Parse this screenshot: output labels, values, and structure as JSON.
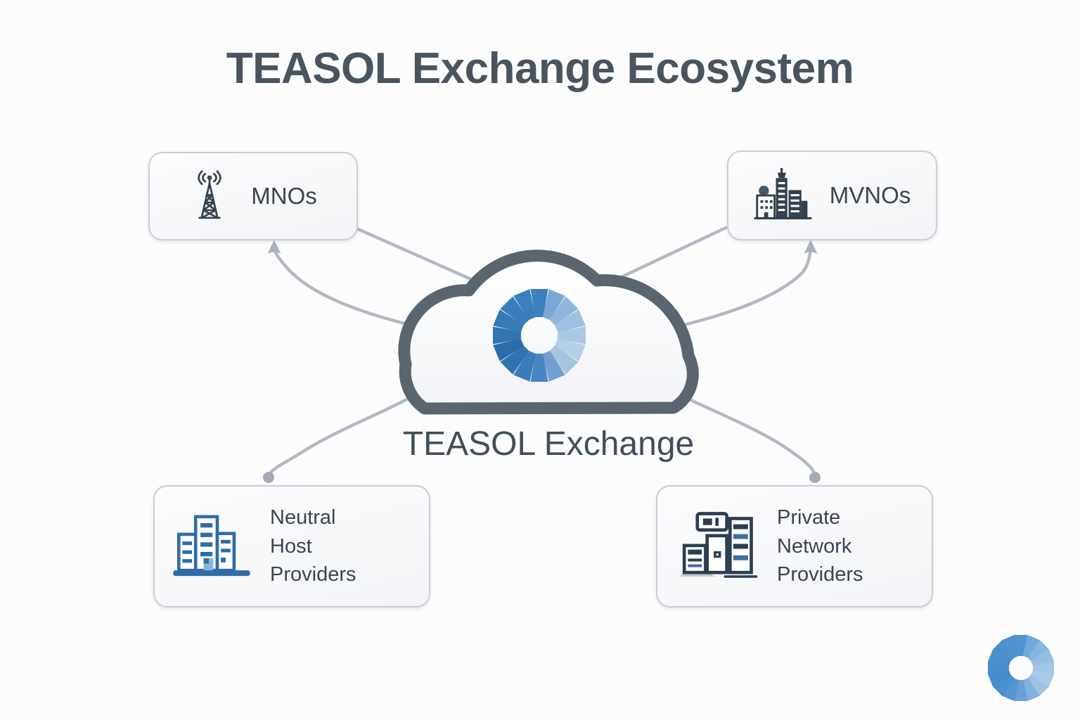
{
  "title": "TEASOL Exchange Ecosystem",
  "hub": {
    "label": "TEASOL Exchange"
  },
  "nodes": {
    "mnos": {
      "label": "MNOs"
    },
    "mvnos": {
      "label": "MVNOs"
    },
    "neutral_host": {
      "label": "Neutral Host Providers",
      "lines": [
        "Neutral",
        "Host",
        "Providers"
      ]
    },
    "private_network": {
      "label": "Private Network Providers",
      "lines": [
        "Private",
        "Network",
        "Providers"
      ]
    }
  },
  "colors": {
    "title_text": "#49545f",
    "node_label_text": "#39454f",
    "cloud_outline": "#5a6570",
    "box_border": "#c9cdd6",
    "box_fill": "#f4f5f8",
    "connector": "#b2b8c3",
    "connector_dot": "#a3aab6",
    "tower_icon": "#36424f",
    "buildings_icon_dark": "#33404d",
    "buildings_icon_blue": "#2e6ca7",
    "equipment_icon": "#2c3e52"
  },
  "spinner": {
    "hub_colors": [
      "#3d7fbd",
      "#7aa8d4",
      "#90b6dc",
      "#9fc0e0",
      "#abc8e2",
      "#b5cfe5",
      "#a6c4df",
      "#729fd0",
      "#4886c3",
      "#3a7cba",
      "#3173b1",
      "#2c6ca9",
      "#3174b0",
      "#367ab6",
      "#397dba",
      "#3b7fbc"
    ],
    "corner_colors": [
      "#4f93cf",
      "#72a8d9",
      "#86b5de",
      "#95bee2",
      "#a1c5e5",
      "#aacae7",
      "#9cc2e4",
      "#83b3dd",
      "#68a1d6",
      "#5595d0",
      "#4b8fcc",
      "#458bca",
      "#478dca",
      "#4a90cc",
      "#4c91ce",
      "#4e92cf"
    ]
  }
}
